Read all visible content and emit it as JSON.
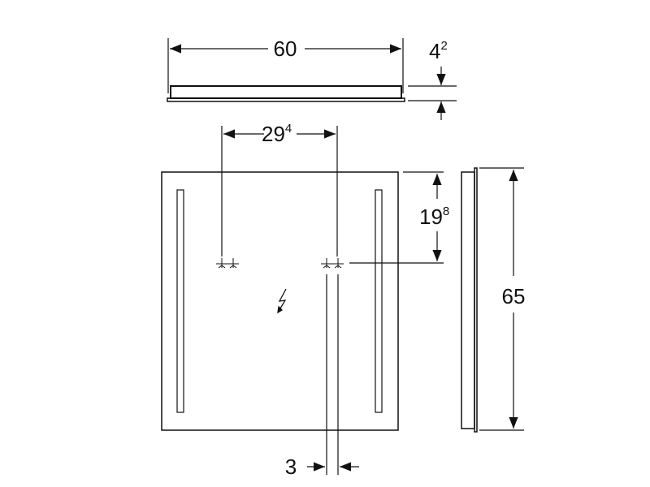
{
  "dimensions": {
    "width": {
      "main": "60"
    },
    "depth": {
      "main": "4",
      "sup": "2"
    },
    "connection_spacing": {
      "main": "29",
      "sup": "4"
    },
    "connection_height": {
      "main": "19",
      "sup": "8"
    },
    "height": {
      "main": "65"
    },
    "offset": {
      "main": "3"
    }
  },
  "colors": {
    "line": "#111111",
    "background": "#ffffff"
  }
}
